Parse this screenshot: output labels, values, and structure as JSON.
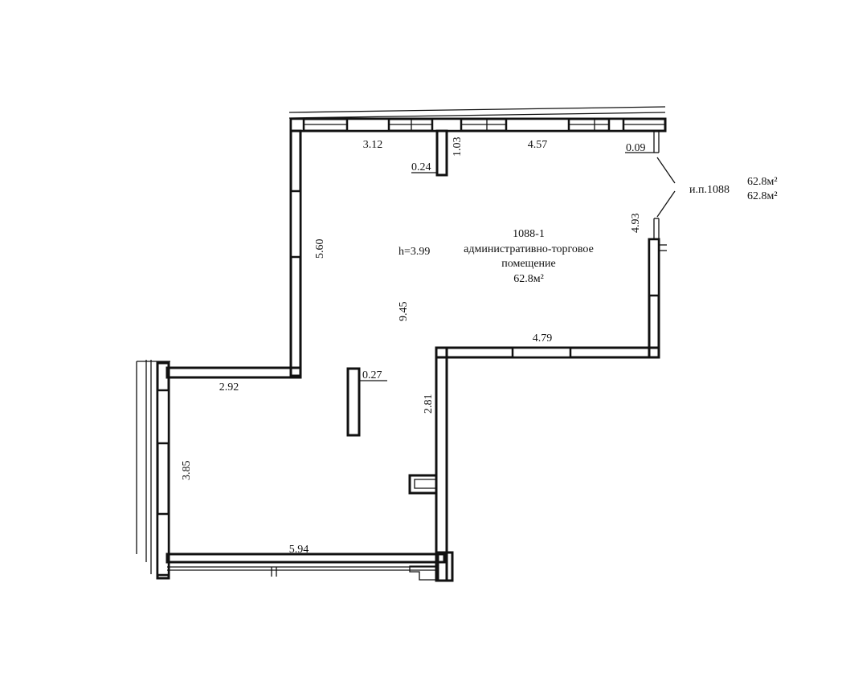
{
  "plan": {
    "dimensions": {
      "top_left": "3.12",
      "top_stub": "1.03",
      "stub_width": "0.24",
      "top_right": "4.57",
      "corner_offset": "0.09",
      "right_wall": "4.93",
      "left_upper": "5.60",
      "height_center": "9.45",
      "mid_right": "4.79",
      "step_left": "2.92",
      "column_width": "0.27",
      "inner_wall": "2.81",
      "left_lower": "3.85",
      "bottom": "5.94"
    },
    "room": {
      "number": "1088-1",
      "ceiling": "h=3.99",
      "purpose_line1": "административно-торговое",
      "purpose_line2": "помещение",
      "area": "62.8м²"
    },
    "callout": {
      "label": "и.п.1088",
      "area1": "62.8м²",
      "area2": "62.8м²"
    }
  }
}
